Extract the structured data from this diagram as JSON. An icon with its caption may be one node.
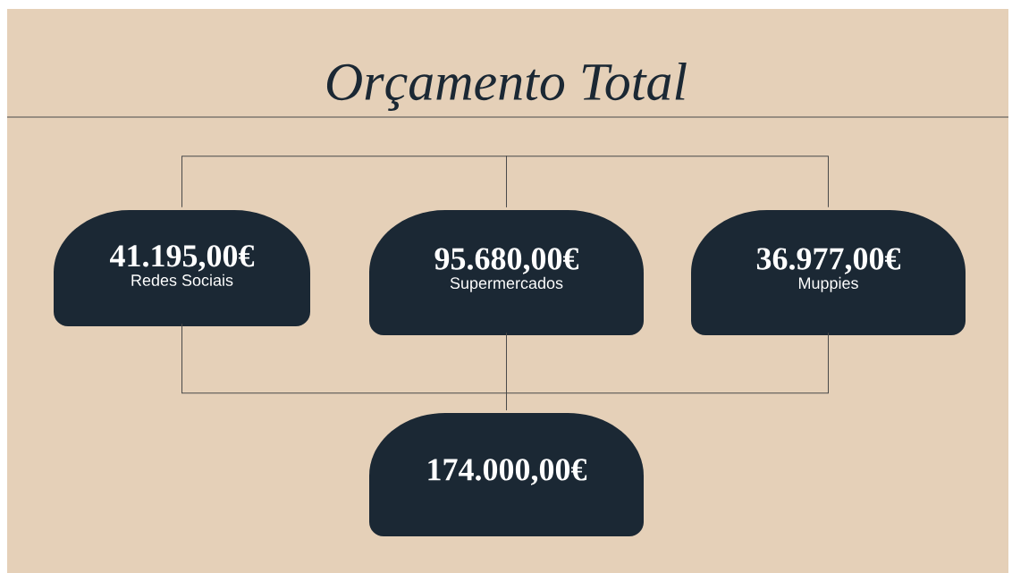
{
  "diagram": {
    "title": "Orçamento Total",
    "nodes": [
      {
        "text": [
          "41.195,00€",
          "Redes Sociais"
        ]
      },
      {
        "text": [
          "95.680,00€",
          "Supermercados"
        ]
      },
      {
        "text": [
          "36.977,00€",
          "Muppies"
        ]
      },
      {
        "text": [
          "174.000,00€"
        ]
      }
    ],
    "edges": [
      {
        "from": 0,
        "to": 1,
        "arrow": "none"
      },
      {
        "from": 1,
        "to": 2,
        "arrow": "none"
      },
      {
        "from": 0,
        "to": 3,
        "arrow": "none"
      },
      {
        "from": 1,
        "to": 3,
        "arrow": "none"
      },
      {
        "from": 2,
        "to": 3,
        "arrow": "none"
      }
    ]
  }
}
